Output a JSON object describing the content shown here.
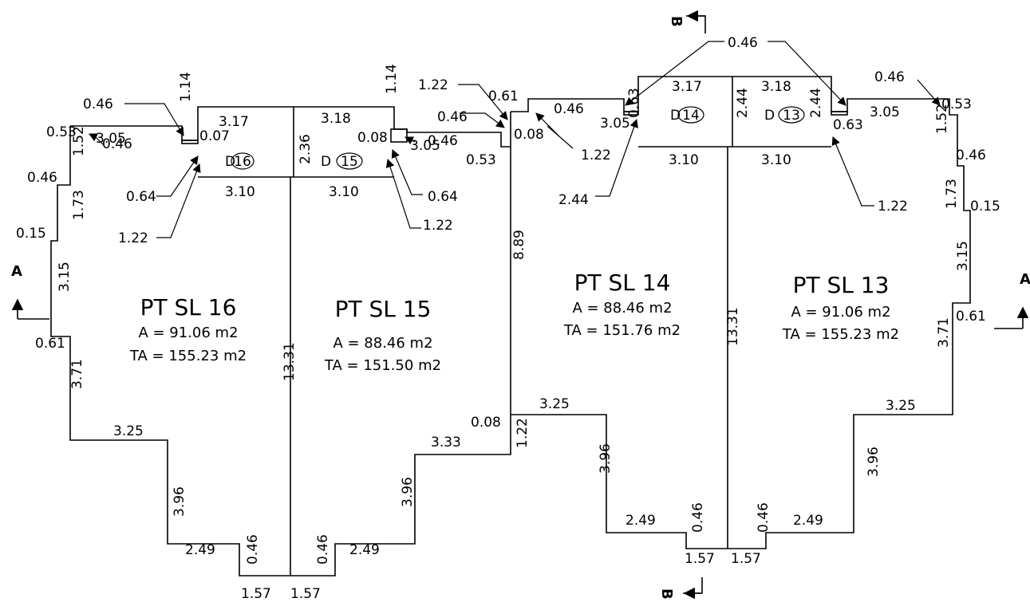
{
  "lots": [
    {
      "name": "PT SL 16",
      "area": "A = 91.06 m2",
      "total_area": "TA = 155.23 m2",
      "door": "D",
      "door_no": "16"
    },
    {
      "name": "PT SL 15",
      "area": "A = 88.46 m2",
      "total_area": "TA = 151.50 m2",
      "door": "D",
      "door_no": "15"
    },
    {
      "name": "PT SL 14",
      "area": "A = 88.46 m2",
      "total_area": "TA = 151.76 m2",
      "door": "D",
      "door_no": "14"
    },
    {
      "name": "PT SL 13",
      "area": "A = 91.06 m2",
      "total_area": "TA = 155.23 m2",
      "door": "D",
      "door_no": "13"
    }
  ],
  "section_marks": {
    "a_left": "A",
    "a_right": "A",
    "b_top": "B",
    "b_bottom": "B"
  },
  "dimensions": {
    "d0": "0.46",
    "d1": "0.53",
    "d2": "3.05",
    "d3": "0.46",
    "d4": "1.52",
    "d5": "1.14",
    "d6": "0.07",
    "d7": "3.17",
    "d8": "3.18",
    "d9": "0.08",
    "d10": "1.14",
    "d11": "2.36",
    "d12": "0.46",
    "d13": "1.73",
    "d14": "0.15",
    "d15": "0.64",
    "d16": "1.22",
    "d17": "3.10",
    "d18": "3.10",
    "d19": "3.05",
    "d20": "0.46",
    "d21": "0.64",
    "d22": "1.22",
    "d23": "3.15",
    "d24": "0.61",
    "d25": "3.71",
    "d26": "3.25",
    "d27": "13.31",
    "d28": "3.96",
    "d29": "2.49",
    "d30": "0.46",
    "d31": "1.57",
    "d32": "1.57",
    "d33": "0.46",
    "d34": "2.49",
    "d35": "3.96",
    "d36": "3.33",
    "d37": "0.08",
    "d38": "1.22",
    "d39": "0.46",
    "d40": "0.53",
    "d41": "8.89",
    "d42": "1.22",
    "d43": "0.61",
    "d44": "0.08",
    "d45": "0.46",
    "d46": "3.05",
    "d47": "0.63",
    "d48": "2.44",
    "d49": "1.22",
    "d50": "0.46",
    "d51": "3.17",
    "d52": "3.18",
    "d53": "2.44",
    "d54": "2.44",
    "d55": "3.10",
    "d56": "3.10",
    "d57": "0.63",
    "d58": "3.05",
    "d59": "0.46",
    "d60": "0.53",
    "d61": "1.52",
    "d62": "0.46",
    "d63": "1.22",
    "d64": "1.73",
    "d65": "0.15",
    "d66": "3.15",
    "d67": "0.61",
    "d68": "3.71",
    "d69": "13.31",
    "d70": "3.25",
    "d71": "3.25",
    "d72": "3.96",
    "d73": "2.49",
    "d74": "0.46",
    "d75": "1.57",
    "d76": "1.57",
    "d77": "0.46",
    "d78": "2.49",
    "d79": "3.96"
  }
}
